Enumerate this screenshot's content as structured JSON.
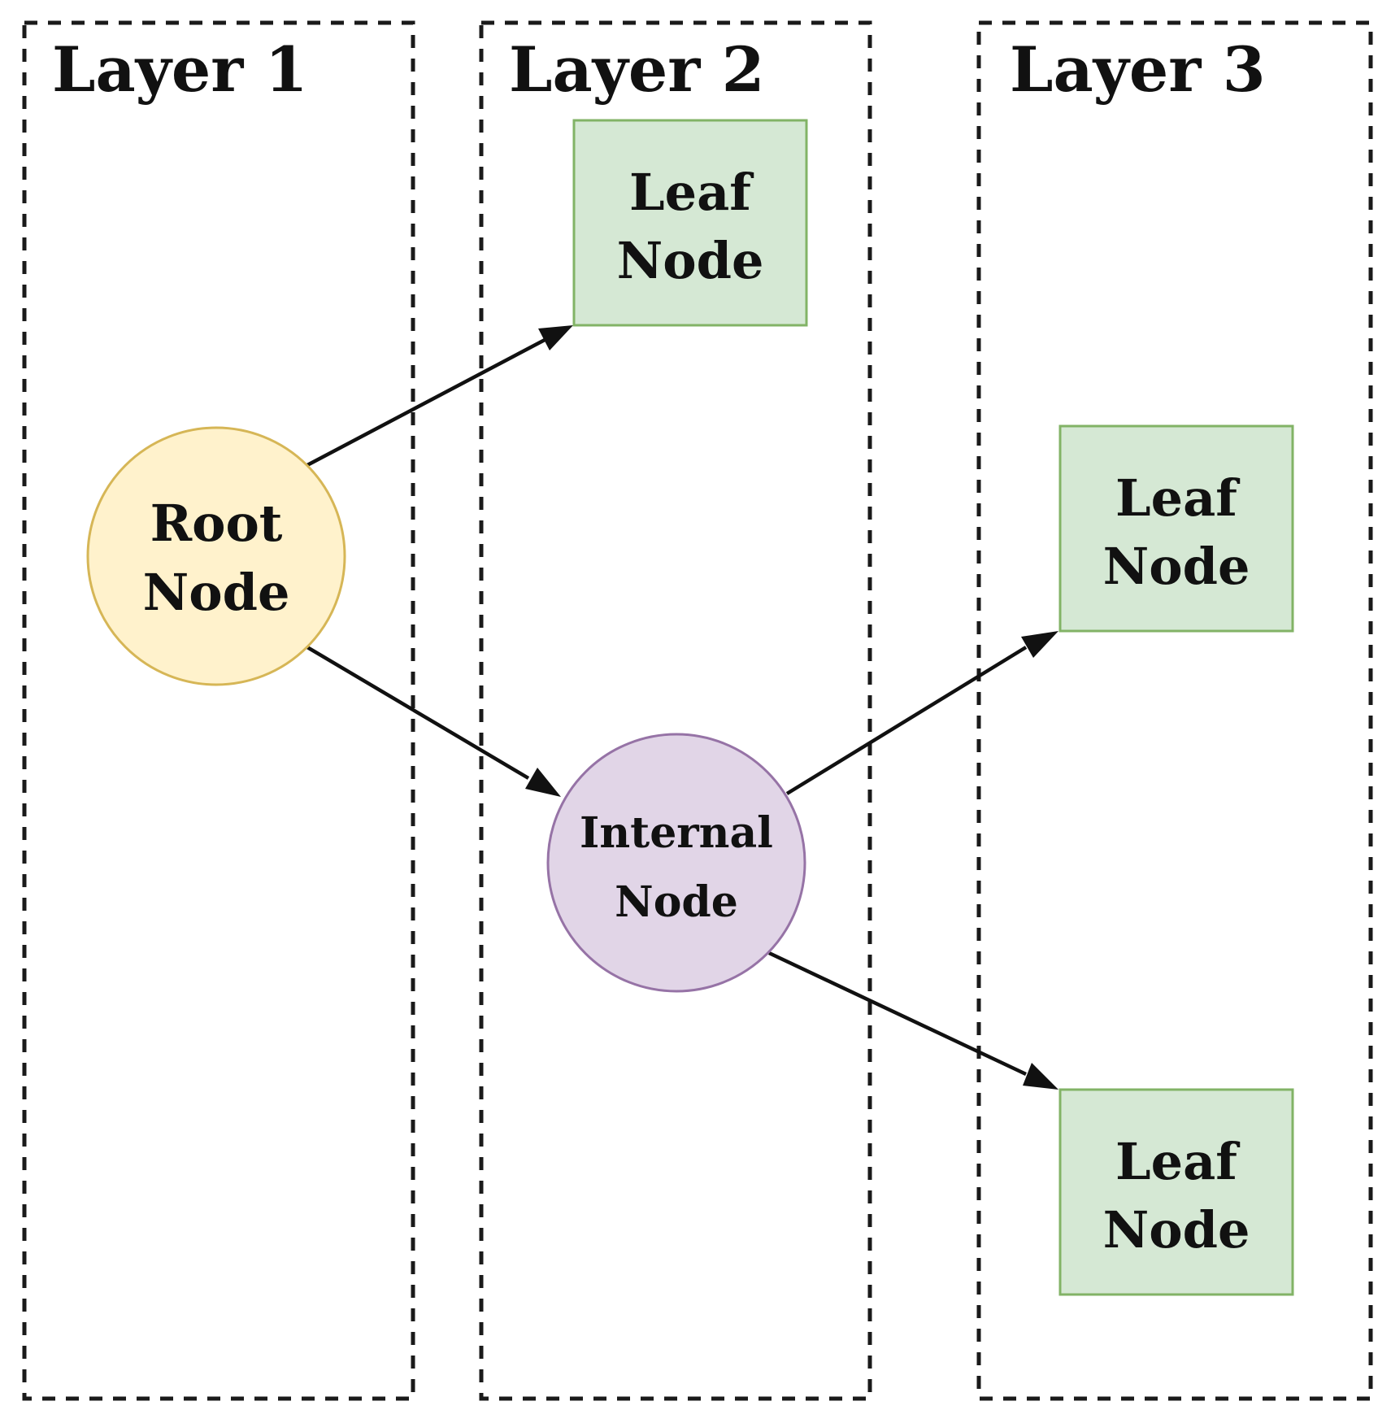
{
  "layers": [
    {
      "title": "Layer 1"
    },
    {
      "title": "Layer 2"
    },
    {
      "title": "Layer 3"
    }
  ],
  "nodes": {
    "root": {
      "line1": "Root",
      "line2": "Node",
      "fill": "#fff2cc",
      "stroke": "#d6b656"
    },
    "internal": {
      "line1": "Internal",
      "line2": "Node",
      "fill": "#e1d5e7",
      "stroke": "#9673a6"
    },
    "leaf_l2": {
      "line1": "Leaf",
      "line2": "Node",
      "fill": "#d5e8d4",
      "stroke": "#82b366"
    },
    "leaf_l3_top": {
      "line1": "Leaf",
      "line2": "Node",
      "fill": "#d5e8d4",
      "stroke": "#82b366"
    },
    "leaf_l3_bottom": {
      "line1": "Leaf",
      "line2": "Node",
      "fill": "#d5e8d4",
      "stroke": "#82b366"
    }
  },
  "edges": [
    {
      "from": "root",
      "to": "leaf_l2"
    },
    {
      "from": "root",
      "to": "internal"
    },
    {
      "from": "internal",
      "to": "leaf_l3_top"
    },
    {
      "from": "internal",
      "to": "leaf_l3_bottom"
    }
  ]
}
